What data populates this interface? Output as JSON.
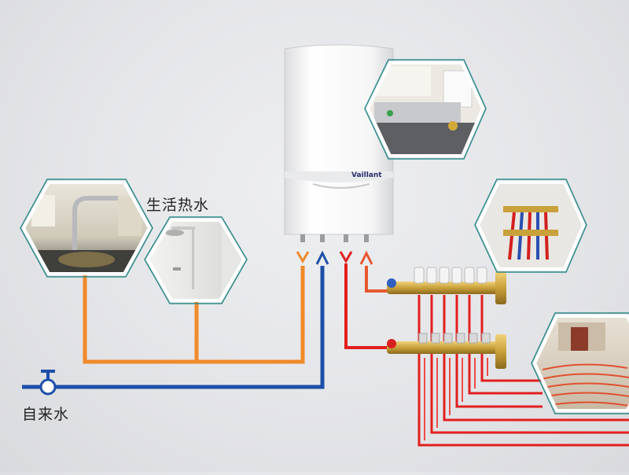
{
  "labels": {
    "domestic_hot_water": "生活热水",
    "tap_water": "自来水",
    "boiler_brand": "Vaillant"
  },
  "colors": {
    "hot_water_pipe": "#f08a2a",
    "cold_water_pipe": "#1d4fa8",
    "heating_supply_pipe": "#e21f1f",
    "heating_return_pipe": "#e85a3a",
    "brass": "#c9a13b"
  },
  "icons": {
    "boiler": "wall-hung-gas-boiler",
    "kitchen_faucet": "kitchen-faucet-photo",
    "shower": "shower-head-photo",
    "kitchen_install": "boiler-kitchen-photo",
    "radiator_manifold": "radiator-manifold-photo",
    "floor_heating": "underfloor-heating-photo"
  }
}
